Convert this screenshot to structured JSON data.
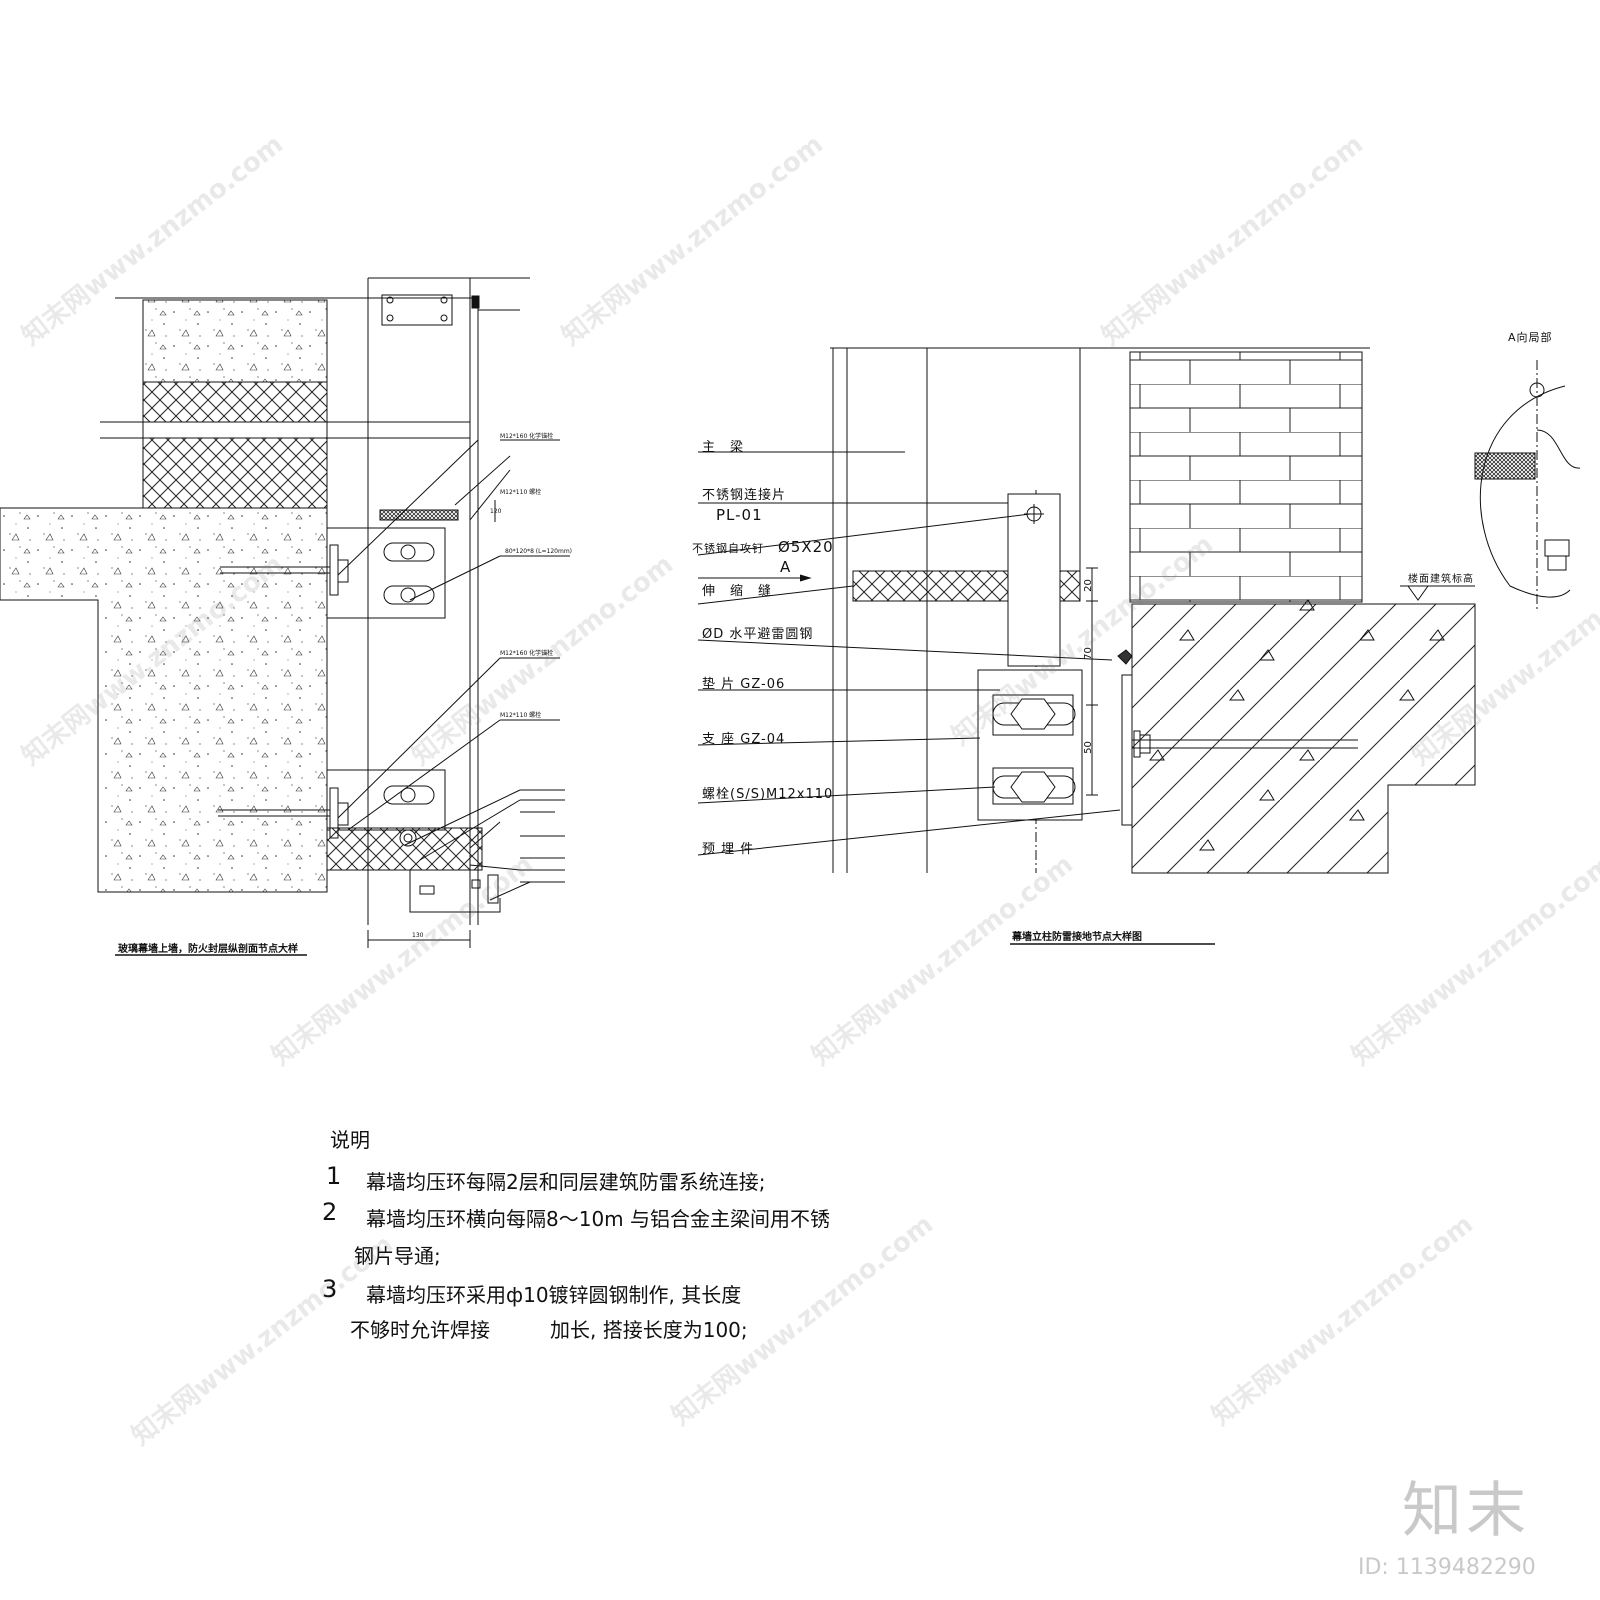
{
  "left_detail": {
    "caption": "玻璃幕墙上墙，防火封层纵剖面节点大样",
    "labels": [
      "M12*160 化学锚栓",
      "M12*110 螺栓",
      "M12*160 化学锚栓",
      "M12*110 螺栓",
      "80*120*8 (L=120mm)",
      "130",
      "120"
    ]
  },
  "right_detail": {
    "caption": "幕墙立柱防雷接地节点大样图",
    "labels": {
      "main_beam": "主　梁",
      "ss_plate": "不锈钢连接片",
      "pl": "PL-01",
      "screw": "不锈钢自攻钉",
      "screw_size": "Ø5X20",
      "a_mark": "A",
      "expansion": "伸　缩　缝",
      "rod": "ØD 水平避雷圆钢",
      "washer": "垫 片 GZ-06",
      "seat": "支 座 GZ-04",
      "bolt": "螺栓(S/S)M12x110",
      "embed": "预 埋 件",
      "dim_20": "20",
      "dim_70": "70",
      "dim_50": "50",
      "a_view": "A向局部",
      "floor_level": "楼面建筑标高"
    }
  },
  "notes": {
    "title": "说明",
    "items": [
      {
        "num": "1",
        "line1": "幕墙均压环每隔2层和同层建筑防雷系统连接;"
      },
      {
        "num": "2",
        "line1": "幕墙均压环横向每隔8～10m 与铝合金主梁间用不锈",
        "line2": "钢片导通;"
      },
      {
        "num": "3",
        "line1": "幕墙均压环采用ф10镀锌圆钢制作, 其长度",
        "line2": "不够时允许焊接　　　加长, 搭接长度为100;"
      }
    ]
  },
  "watermark": {
    "text": "知末网www.znzmo.com",
    "logo": "知末",
    "id": "ID: 1139482290"
  }
}
